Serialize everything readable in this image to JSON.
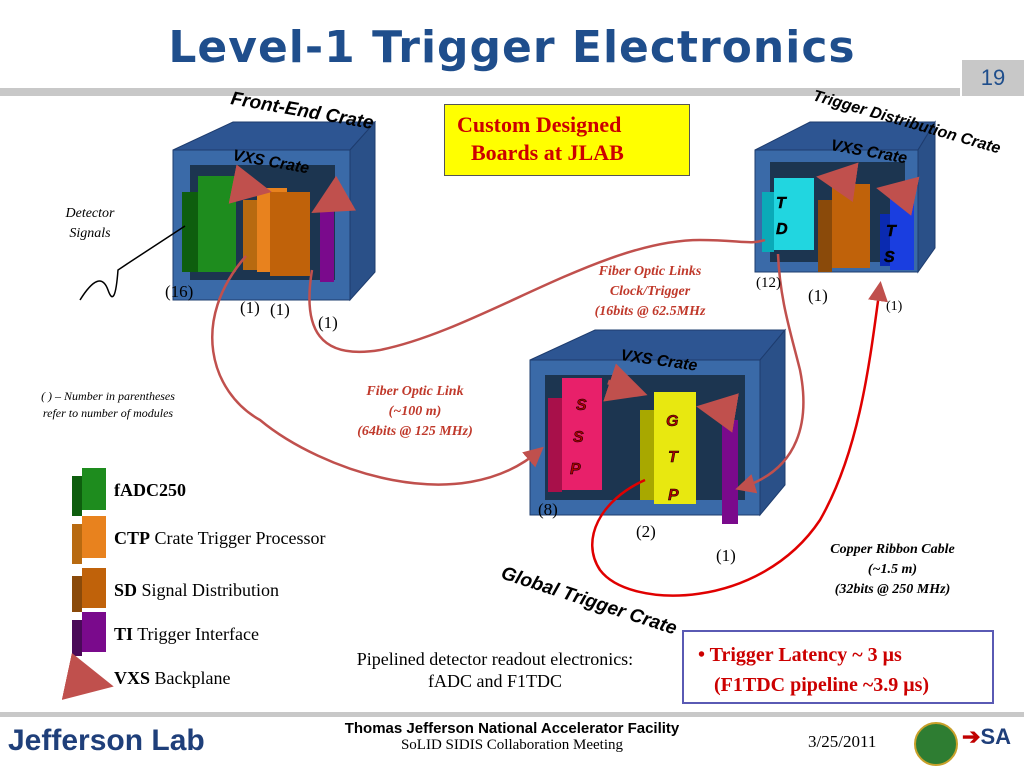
{
  "title": "Level-1 Trigger Electronics",
  "page_number": "19",
  "custom_box": {
    "line1": "Custom Designed",
    "line2": "Boards at JLAB"
  },
  "crates": {
    "front_end": {
      "title": "Front-End Crate",
      "vxs": "VXS Crate"
    },
    "trigger_distribution": {
      "title": "Trigger Distribution Crate",
      "vxs": "VXS Crate",
      "td_label": "T D",
      "ts_label": "T S"
    },
    "global_trigger": {
      "title": "Global Trigger Crate",
      "vxs": "VXS Crate",
      "ssp_label": "S S P",
      "gtp_label": "G T P"
    }
  },
  "detector_signals": {
    "line1": "Detector",
    "line2": "Signals"
  },
  "counts": {
    "fadc": "(16)",
    "ctp": "(1)",
    "sd": "(1)",
    "ti_fe": "(1)",
    "td": "(12)",
    "sd_tdc": "(1)",
    "ts": "(1)",
    "ssp": "(8)",
    "gtp": "(2)",
    "ti_gt": "(1)"
  },
  "note": {
    "line1": "( ) – Number in parentheses",
    "line2": "refer to number of modules"
  },
  "fiber_links": {
    "line1": "Fiber Optic Links",
    "line2": "Clock/Trigger",
    "line3": "(16bits @ 62.5MHz"
  },
  "fiber_link": {
    "line1": "Fiber Optic Link",
    "line2": "(~100 m)",
    "line3": "(64bits @ 125 MHz)"
  },
  "copper": {
    "line1": "Copper Ribbon Cable",
    "line2": "(~1.5 m)",
    "line3": "(32bits @ 250 MHz)"
  },
  "legend": [
    {
      "abbr": "fADC250",
      "desc": "",
      "color": "#1e8c1e"
    },
    {
      "abbr": "CTP",
      "desc": " Crate Trigger Processor",
      "color": "#e8821e"
    },
    {
      "abbr": "SD",
      "desc": " Signal Distribution",
      "color": "#c0620a"
    },
    {
      "abbr": "TI",
      "desc": " Trigger Interface",
      "color": "#7a0a8c"
    },
    {
      "abbr": "VXS",
      "desc": " Backplane",
      "color": "#c0392b"
    }
  ],
  "pipeline": {
    "line1": "Pipelined detector readout  electronics:",
    "line2": "fADC and F1TDC"
  },
  "latency": {
    "line1": "Trigger Latency ~ 3 μs",
    "line2": "(F1TDC pipeline ~3.9 μs)"
  },
  "footer": {
    "org": "Thomas Jefferson National Accelerator Facility",
    "meeting": "SoLID SIDIS Collaboration Meeting",
    "date": "3/25/2011",
    "logo_text": "Jefferson Lab"
  },
  "colors": {
    "title_blue": "#1f4e8c",
    "crate_blue": "#3a6aa8",
    "fiber_red": "#c0504d",
    "copper_red": "#e00000"
  }
}
